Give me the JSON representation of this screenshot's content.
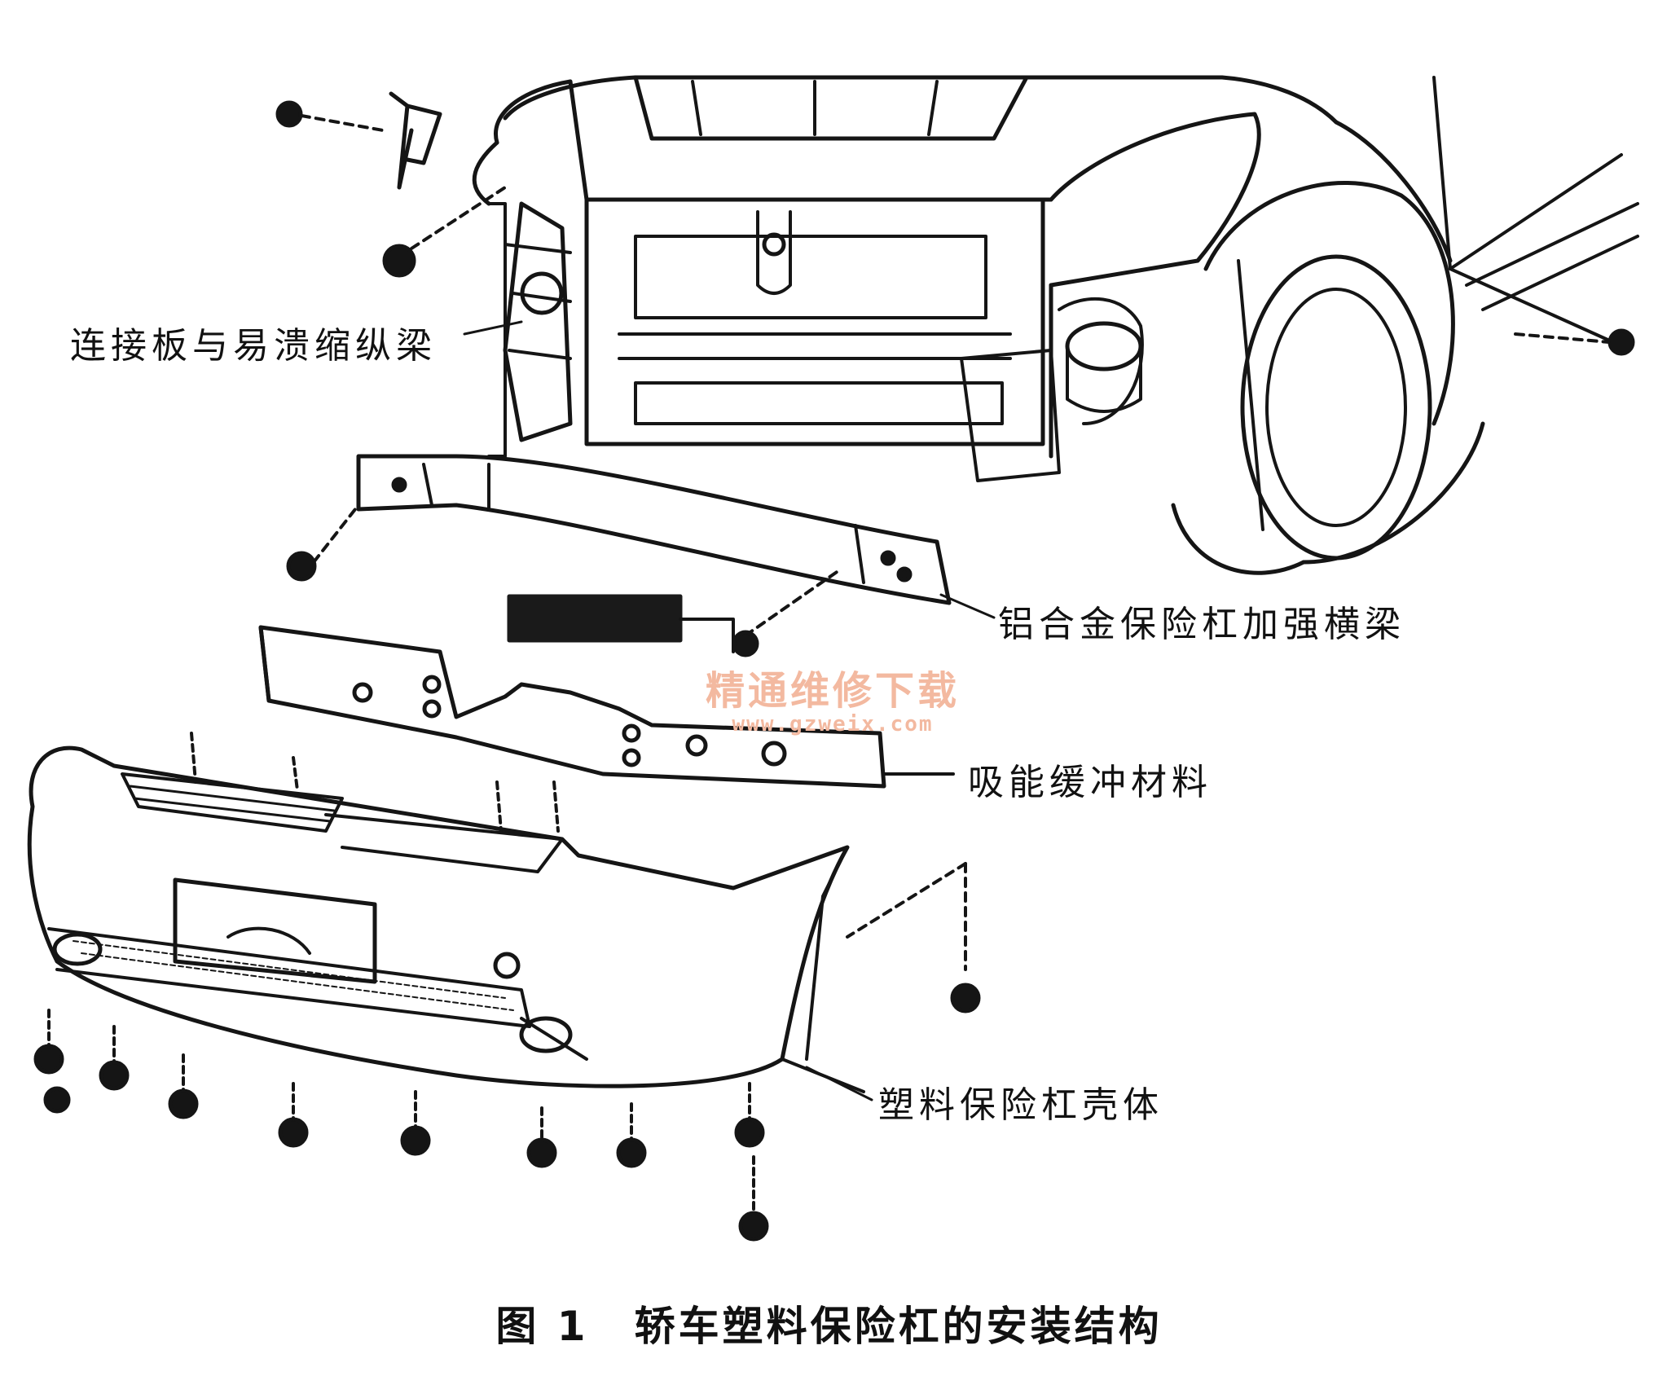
{
  "labels": {
    "connecting_plate": "连接板与易溃缩纵梁",
    "reinforcement_beam": "铝合金保险杠加强横梁",
    "energy_absorber": "吸能缓冲材料",
    "bumper_shell": "塑料保险杠壳体"
  },
  "caption": {
    "number": "图 1",
    "text": "轿车塑料保险杠的安装结构"
  },
  "watermark": {
    "name": "精通维修下载",
    "url": "www.gzweix.com"
  },
  "colors": {
    "line": "#151515",
    "watermark": "#f3b9a0"
  }
}
